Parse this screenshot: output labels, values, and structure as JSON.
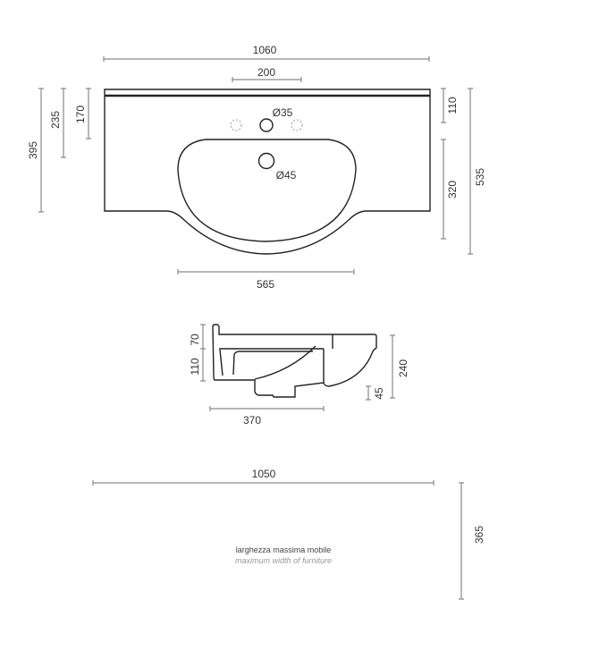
{
  "top_view": {
    "width_total": "1060",
    "tap_spacing": "200",
    "depth_395": "395",
    "depth_235": "235",
    "depth_170": "170",
    "depth_110": "110",
    "basin_depth": "320",
    "depth_total": "535",
    "basin_width": "565",
    "tap_hole": "Ø35",
    "drain_hole": "Ø45"
  },
  "side_view": {
    "h_70": "70",
    "h_110": "110",
    "h_240": "240",
    "h_45": "45",
    "w_370": "370"
  },
  "furniture": {
    "width": "1050",
    "depth": "365",
    "note_it": "larghezza massima mobile",
    "note_en": "maximum width of furniture"
  }
}
